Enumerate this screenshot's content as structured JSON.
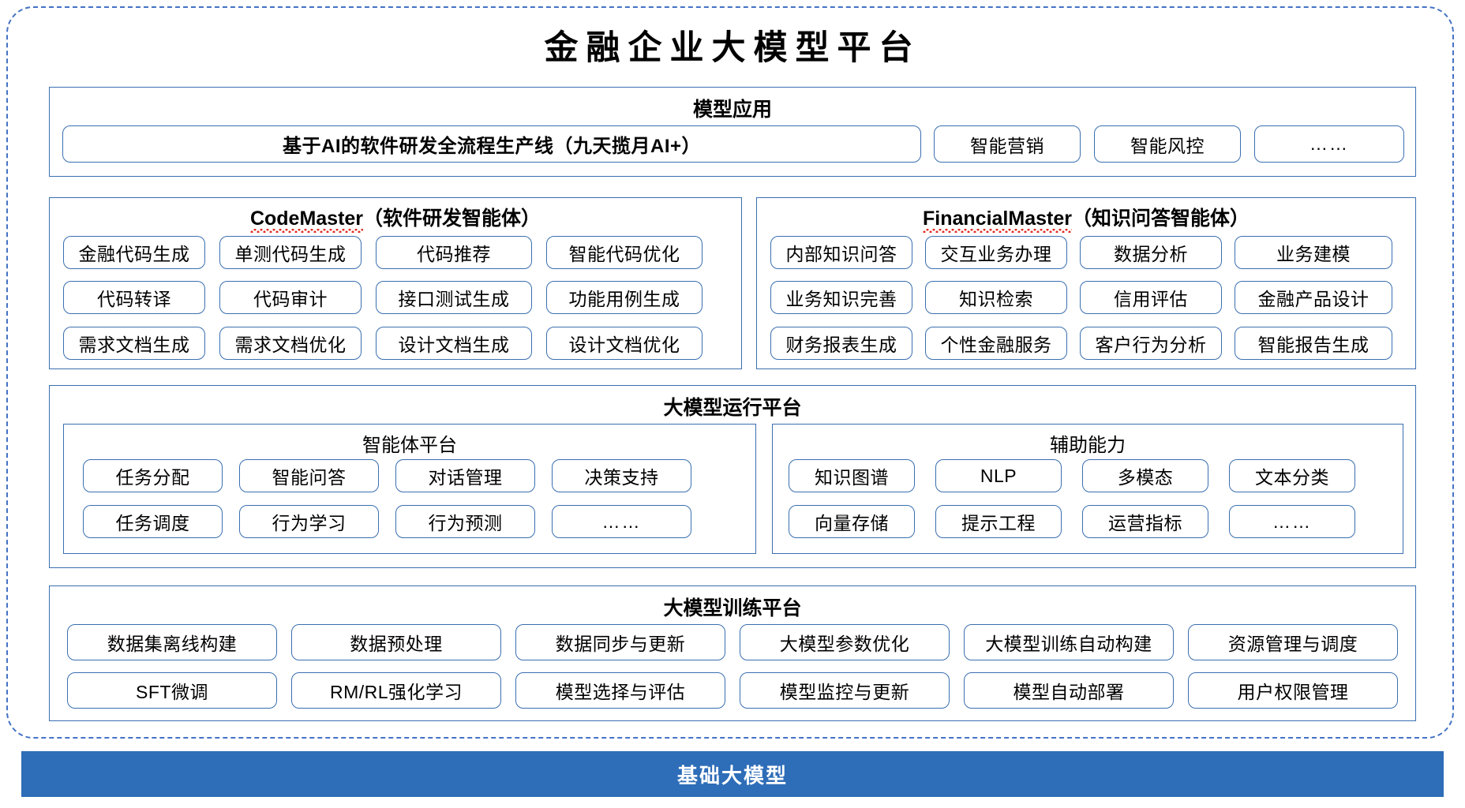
{
  "title": "金融企业大模型平台",
  "colors": {
    "accent_blue": "#2E6DB8",
    "border_blue": "#3A6FB0",
    "dashed_border": "#4472C4",
    "spellcheck_red": "#E02B20"
  },
  "sections": {
    "model_application": {
      "header": "模型应用",
      "hero_chip": "基于AI的软件研发全流程生产线（九天揽月AI+）",
      "chips": [
        "智能营销",
        "智能风控",
        "……"
      ]
    },
    "code_master": {
      "name": "CodeMaster",
      "suffix": "（软件研发智能体）",
      "rows": [
        [
          "金融代码生成",
          "单测代码生成",
          "代码推荐",
          "智能代码优化"
        ],
        [
          "代码转译",
          "代码审计",
          "接口测试生成",
          "功能用例生成"
        ],
        [
          "需求文档生成",
          "需求文档优化",
          "设计文档生成",
          "设计文档优化"
        ]
      ]
    },
    "financial_master": {
      "name": "FinancialMaster",
      "suffix": "（知识问答智能体）",
      "rows": [
        [
          "内部知识问答",
          "交互业务办理",
          "数据分析",
          "业务建模"
        ],
        [
          "业务知识完善",
          "知识检索",
          "信用评估",
          "金融产品设计"
        ],
        [
          "财务报表生成",
          "个性金融服务",
          "客户行为分析",
          "智能报告生成"
        ]
      ]
    },
    "runtime_platform": {
      "header": "大模型运行平台",
      "agent_platform": {
        "header": "智能体平台",
        "rows": [
          [
            "任务分配",
            "智能问答",
            "对话管理",
            "决策支持"
          ],
          [
            "任务调度",
            "行为学习",
            "行为预测",
            "……"
          ]
        ]
      },
      "auxiliary_ability": {
        "header": "辅助能力",
        "rows": [
          [
            "知识图谱",
            "NLP",
            "多模态",
            "文本分类"
          ],
          [
            "向量存储",
            "提示工程",
            "运营指标",
            "……"
          ]
        ]
      }
    },
    "training_platform": {
      "header": "大模型训练平台",
      "rows": [
        [
          "数据集离线构建",
          "数据预处理",
          "数据同步与更新",
          "大模型参数优化",
          "大模型训练自动构建",
          "资源管理与调度"
        ],
        [
          "SFT微调",
          "RM/RL强化学习",
          "模型选择与评估",
          "模型监控与更新",
          "模型自动部署",
          "用户权限管理"
        ]
      ]
    },
    "base_model": {
      "label": "基础大模型"
    }
  }
}
